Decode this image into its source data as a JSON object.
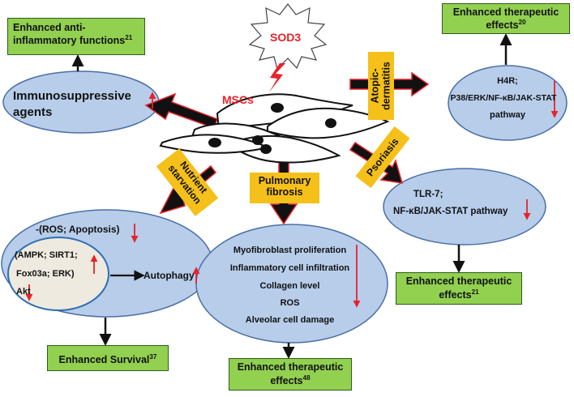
{
  "sod3": "SOD3",
  "mscs": "MSCs",
  "immuno": {
    "label": "Immunosuppressive agents",
    "line1": "Immunosuppressive",
    "line2": "agents",
    "outcome": {
      "text": "Enhanced anti-inflammatory functions",
      "line1": "Enhanced anti-",
      "line2": "inflammatory functions",
      "ref": "21"
    }
  },
  "atopic": {
    "condition": "Atopic-dermatitis",
    "line1": "Atopic-",
    "line2": "dermatitis",
    "targets": [
      "H4R;",
      "P38/ERK/NF-κB/JAK-STAT",
      "pathway"
    ],
    "outcome": {
      "line1": "Enhanced therapeutic",
      "line2": "effects",
      "ref": "20"
    }
  },
  "nutrient": {
    "condition": "Nutrient starvation",
    "line1": "Nutrient",
    "line2": "starvation",
    "top_text": "-(ROS; Apoptosis)",
    "inner": [
      "(AMPK; SIRT1;",
      "Fox03a; ERK)",
      "Akt"
    ],
    "autophagy": "Autophagy",
    "outcome": {
      "text": "Enhanced Survival",
      "ref": "37"
    }
  },
  "pulmonary": {
    "condition": "Pulmonary fibrosis",
    "line1": "Pulmonary",
    "line2": "fibrosis",
    "effects": [
      "Myofibroblast proliferation",
      "Inflammatory cell infiltration",
      "Collagen level",
      "ROS",
      "Alveolar cell damage"
    ],
    "outcome": {
      "line1": "Enhanced therapeutic",
      "line2": "effects",
      "ref": "48"
    }
  },
  "psoriasis": {
    "condition": "Psoriasis",
    "targets": [
      "TLR-7;",
      "NF-κB/JAK-STAT pathway"
    ],
    "outcome": {
      "line1": "Enhanced therapeutic",
      "line2": "effects",
      "ref": "21"
    }
  },
  "colors": {
    "ellipse_fill": "#b7cdea",
    "ellipse_stroke": "#4a6fa5",
    "outcome_fill": "#92d050",
    "condition_fill": "#f5c01a",
    "arrow_fill": "#111111",
    "arrow_outline": "#e8232a",
    "indicator": "#e8232a"
  }
}
